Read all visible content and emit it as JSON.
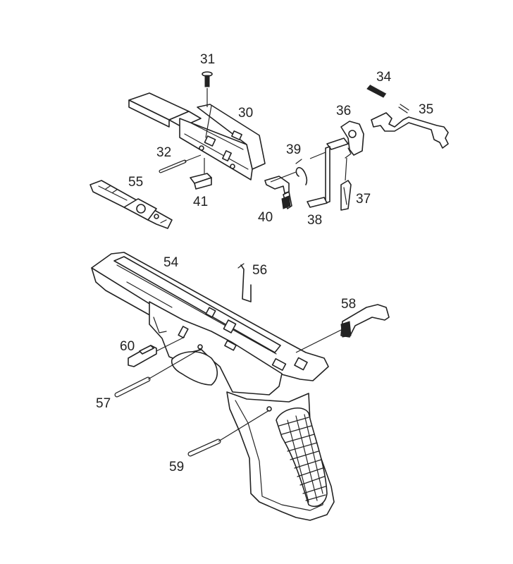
{
  "diagram": {
    "callouts": [
      {
        "key": "c31",
        "text": "31"
      },
      {
        "key": "c30",
        "text": "30"
      },
      {
        "key": "c34",
        "text": "34"
      },
      {
        "key": "c35",
        "text": "35"
      },
      {
        "key": "c36",
        "text": "36"
      },
      {
        "key": "c32",
        "text": "32"
      },
      {
        "key": "c39",
        "text": "39"
      },
      {
        "key": "c55",
        "text": "55"
      },
      {
        "key": "c41",
        "text": "41"
      },
      {
        "key": "c37",
        "text": "37"
      },
      {
        "key": "c40",
        "text": "40"
      },
      {
        "key": "c38",
        "text": "38"
      },
      {
        "key": "c54",
        "text": "54"
      },
      {
        "key": "c56",
        "text": "56"
      },
      {
        "key": "c58",
        "text": "58"
      },
      {
        "key": "c60",
        "text": "60"
      },
      {
        "key": "c57",
        "text": "57"
      },
      {
        "key": "c59",
        "text": "59"
      }
    ],
    "colors": {
      "line": "#222222",
      "background": "#ffffff"
    }
  }
}
